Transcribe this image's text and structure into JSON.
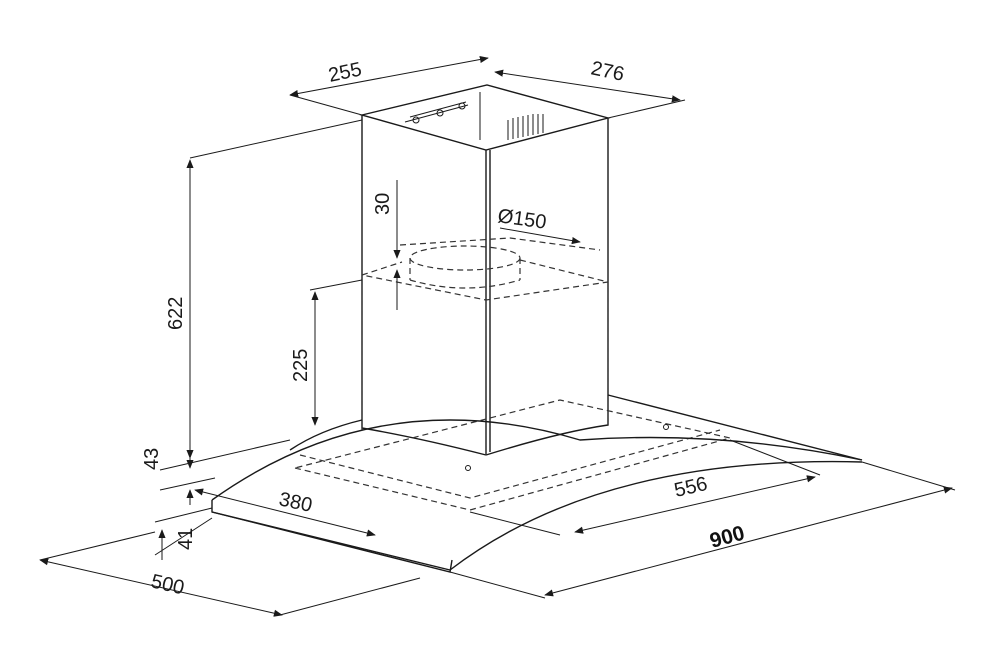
{
  "dimensions": {
    "chimney_width": "255",
    "chimney_depth": "276",
    "total_height": "622",
    "inner_height": "225",
    "outlet_offset": "30",
    "outlet_diameter": "Ø150",
    "canopy_height": "43",
    "glass_thickness": "41",
    "canopy_front": "380",
    "canopy_inner_width": "556",
    "total_width": "900",
    "total_depth": "500"
  }
}
